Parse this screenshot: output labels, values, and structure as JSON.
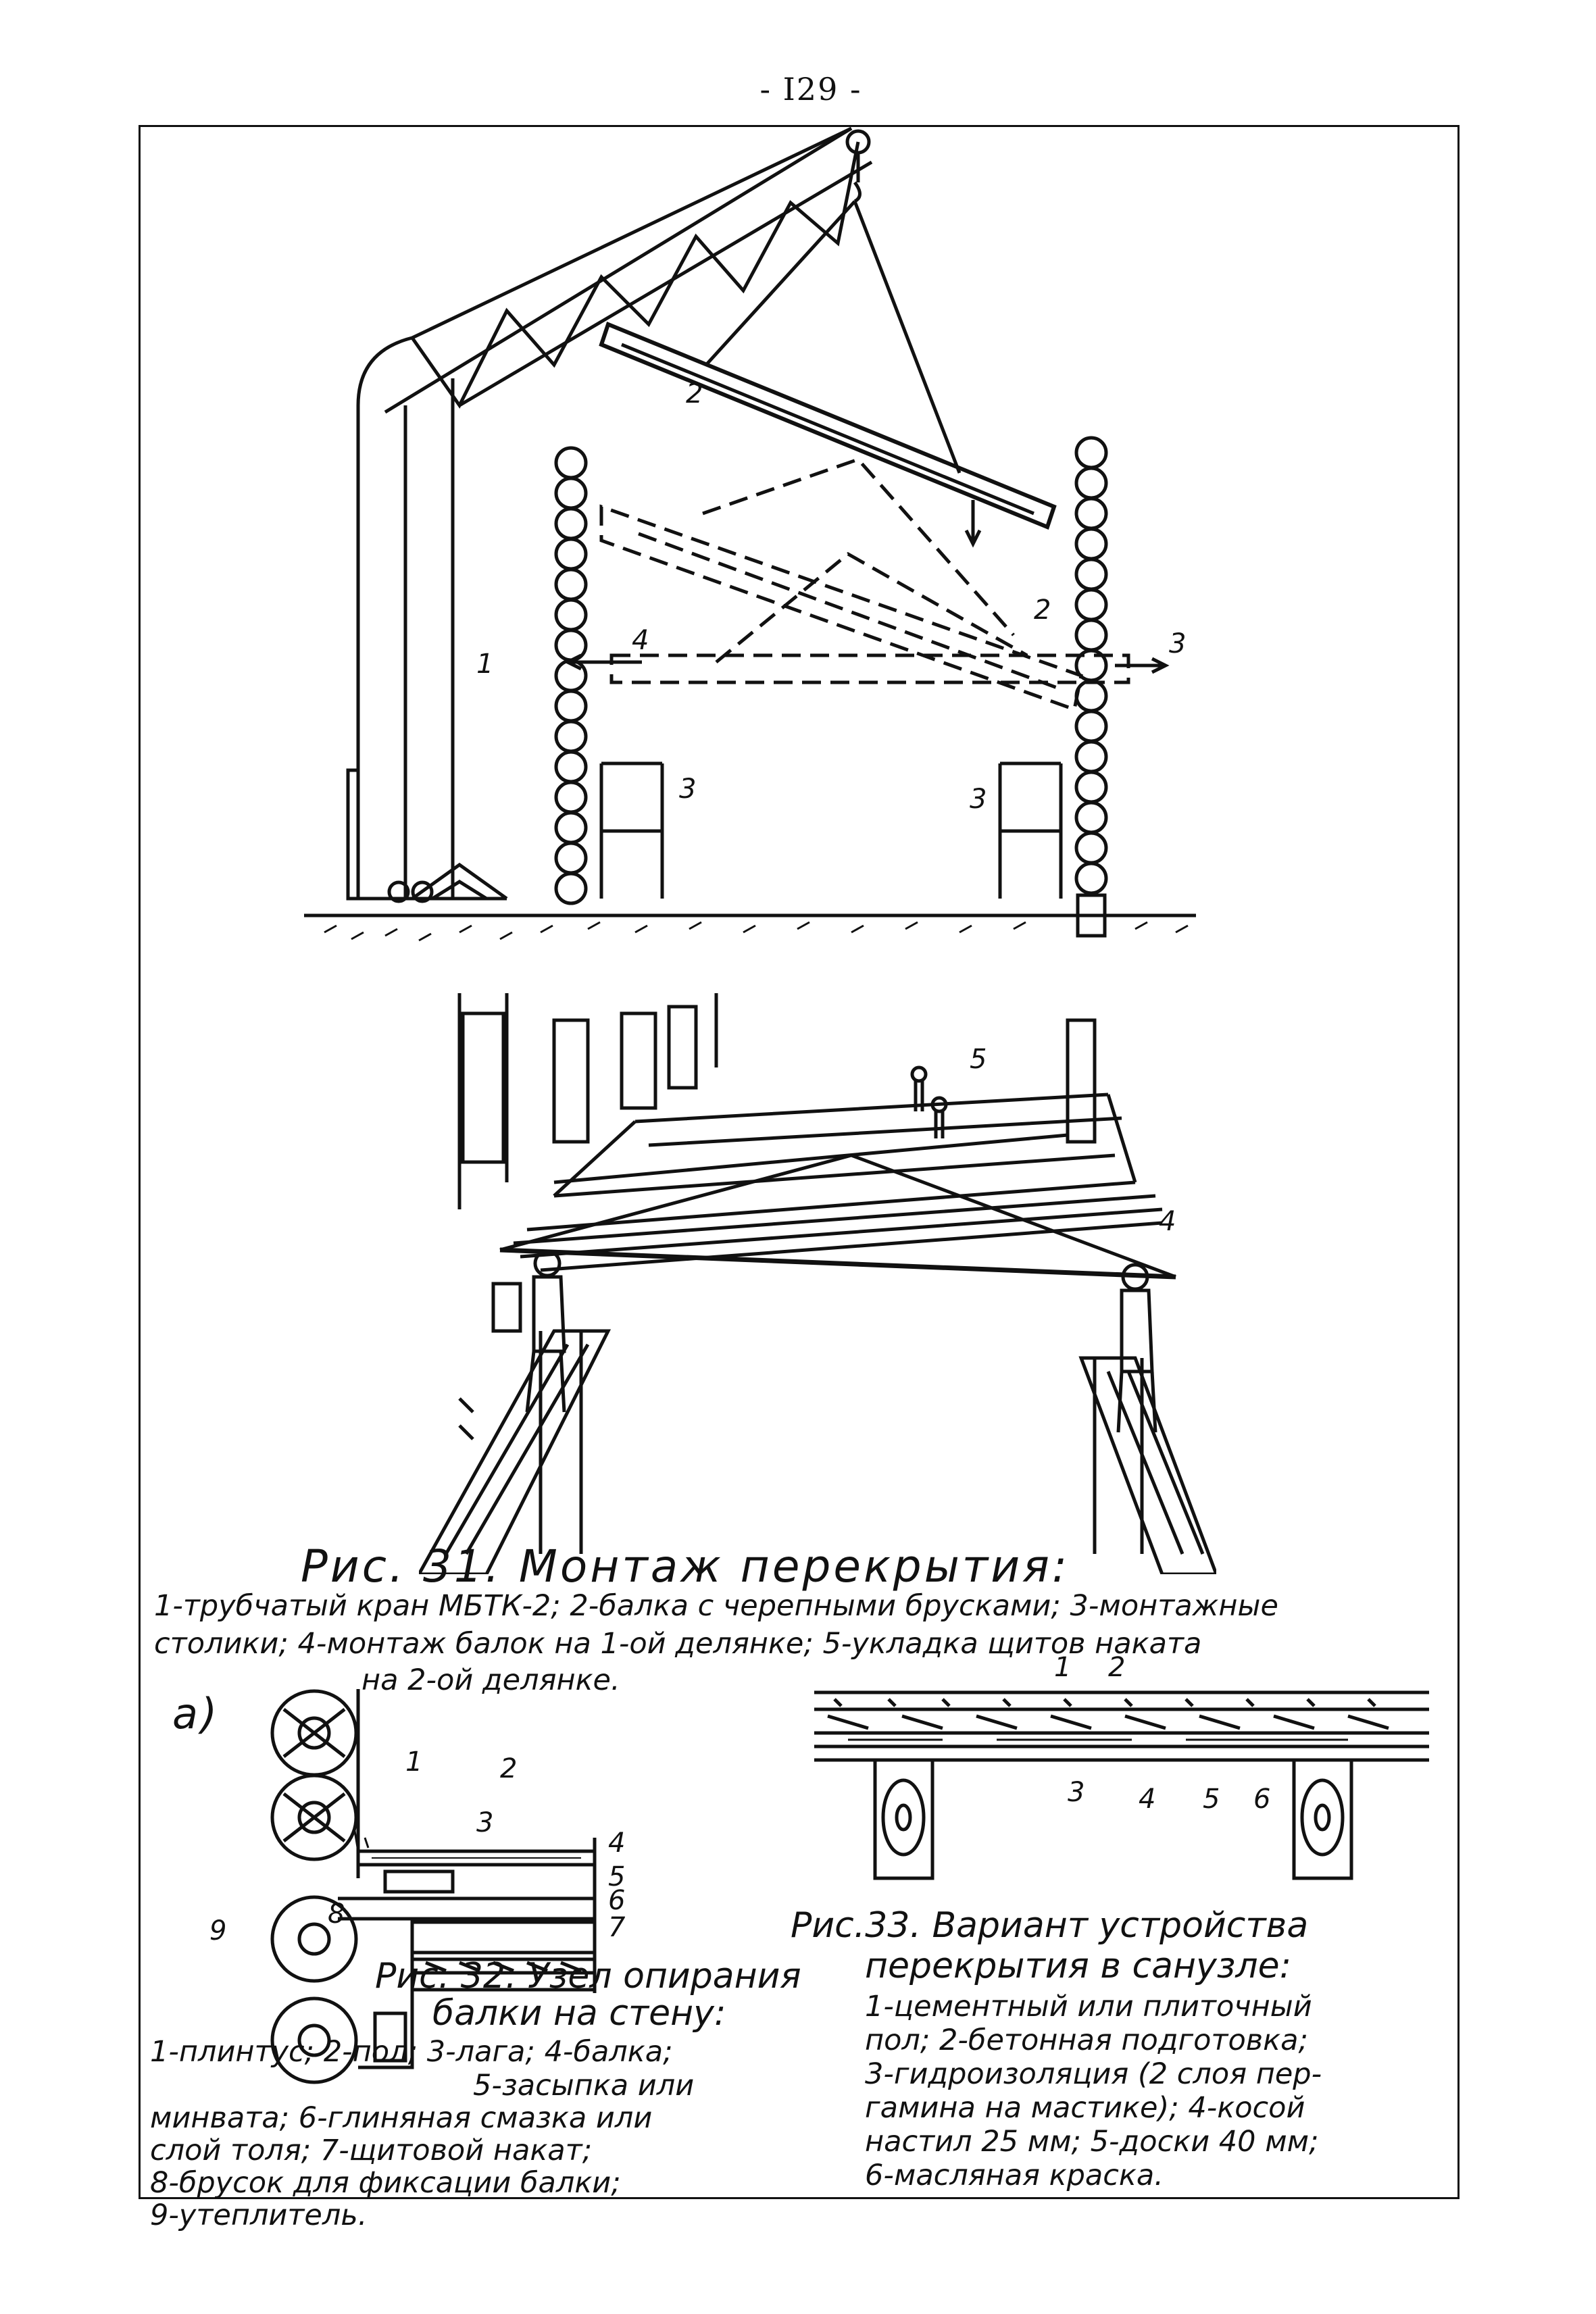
{
  "page_number": "- I29 -",
  "fig31": {
    "labels": {
      "crane": "1",
      "beam": "2",
      "beam_b": "2",
      "table_left": "3",
      "table_right": "3",
      "arrow_left": "4",
      "arrow_right": "3",
      "workers": "5",
      "installers": "4"
    },
    "title": "Рис. 31.  Монтаж перекрытия:",
    "lines": [
      "1-трубчатый кран МБТК-2; 2-балка с черепными брусками; 3-монтажные",
      "столики; 4-монтаж балок на 1-ой делянке; 5-укладка щитов наката",
      "на 2-ой делянке."
    ]
  },
  "fig32": {
    "panel_label": "а)",
    "labels": [
      "1",
      "2",
      "3",
      "4",
      "5",
      "6",
      "7",
      "8",
      "9"
    ],
    "title_lines": [
      "Рис. 32. Узел опирания",
      "балки на стену:"
    ],
    "lines": [
      "1-плинтус; 2-пол; 3-лага; 4-балка;",
      "5-засыпка или",
      "минвата; 6-глиняная смазка или",
      "слой толя; 7-щитовой накат;",
      "8-брусок для фиксации балки;",
      "9-утеплитель."
    ]
  },
  "fig33": {
    "labels": [
      "1",
      "2",
      "3",
      "4",
      "5",
      "6"
    ],
    "title_lines": [
      "Рис.33. Вариант устройства",
      "перекрытия в санузле:"
    ],
    "lines": [
      "1-цементный или плиточный",
      "пол; 2-бетонная подготовка;",
      "3-гидроизоляция (2 слоя пер-",
      "гамина на мастике); 4-косой",
      "настил 25 мм; 5-доски 40 мм;",
      "6-масляная краска."
    ]
  }
}
